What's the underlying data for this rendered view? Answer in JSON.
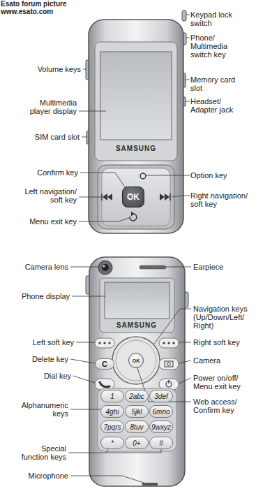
{
  "diagram": {
    "nodes": [
      {
        "text": [
          "OK"
        ]
      },
      {
        "text": [
          "OK"
        ]
      },
      {
        "text": [
          "C"
        ]
      },
      {
        "text": [
          "1"
        ]
      },
      {
        "text": [
          "2abc"
        ]
      },
      {
        "text": [
          "3def"
        ]
      },
      {
        "text": [
          "4ghi"
        ]
      },
      {
        "text": [
          "5jkl"
        ]
      },
      {
        "text": [
          "6mno"
        ]
      },
      {
        "text": [
          "7pqrs"
        ]
      },
      {
        "text": [
          "8tuv"
        ]
      },
      {
        "text": [
          "9wxyz"
        ]
      },
      {
        "text": [
          "*"
        ]
      },
      {
        "text": [
          "0+"
        ]
      },
      {
        "text": [
          "#"
        ]
      }
    ],
    "labels": [
      "Esato forum picture",
      "www.esato.com",
      "Volume keys",
      "Multimedia player display",
      "SIM card slot",
      "Confirm key",
      "Left navigation/ soft key",
      "Menu exit key",
      "SAMSUNG",
      "Keypad lock switch",
      "Phone/ Multimedia switch key",
      "Memory card slot",
      "Headset/ Adapter jack",
      "Option key",
      "Right navigation/ soft key",
      "Camera lens",
      "Earpiece",
      "Phone display",
      "SAMSUNG",
      "Navigation keys (Up/Down/Left/ Right)",
      "Left soft key",
      "Right soft key",
      "Delete key",
      "Camera",
      "Dial key",
      "Power on/off/ Menu exit key",
      "Alphanumeric keys",
      "Web access/ Confirm key",
      "Special function keys",
      "Microphone"
    ]
  }
}
